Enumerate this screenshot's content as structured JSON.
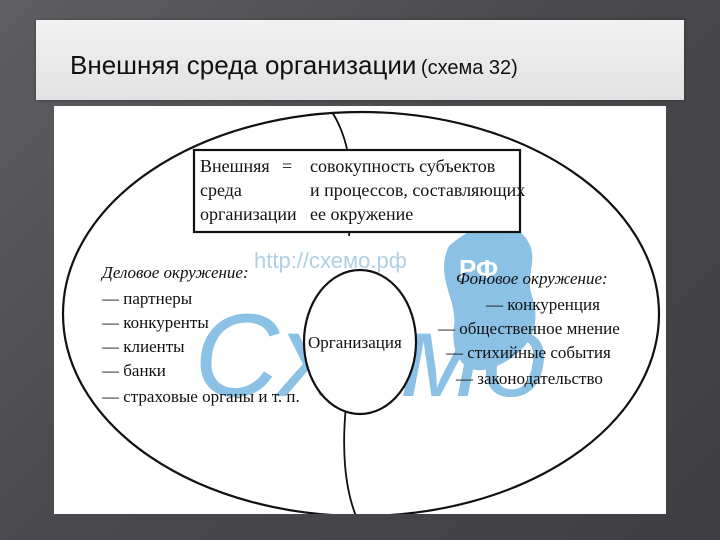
{
  "slide": {
    "title": "Внешняя среда организации",
    "subtitle": "(схема 32)"
  },
  "diagram": {
    "definition": {
      "term_lines": [
        "Внешняя",
        "среда",
        "организации"
      ],
      "equals": "=",
      "meaning_lines": [
        "совокупность субъектов",
        "и процессов, составляющих",
        "ее окружение"
      ]
    },
    "left": {
      "heading": "Деловое окружение:",
      "items": [
        "— партнеры",
        "— конкуренты",
        "— клиенты",
        "— банки",
        "— страховые органы и т. п."
      ]
    },
    "right": {
      "heading": "Фоновое окружение:",
      "items": [
        "— конкуренция",
        "— общественное мнение",
        "— стихийные события",
        "— законодательство"
      ]
    },
    "center": "Организация"
  },
  "watermark": {
    "logo_text": "Схемо",
    "logo_badge": "РФ",
    "url": "http://схемо.рф",
    "color": "#2b8fd0"
  }
}
